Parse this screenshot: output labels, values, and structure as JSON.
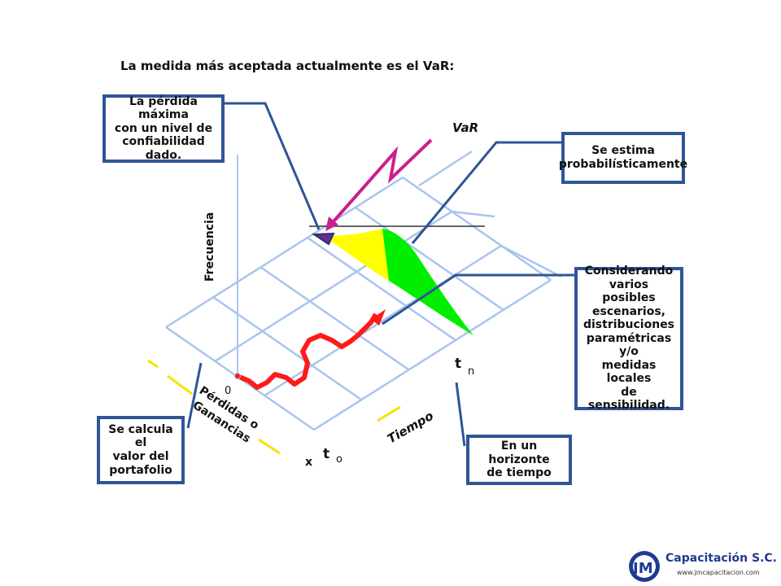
{
  "heading": "La medida más aceptada actualmente es el VaR:",
  "callouts": {
    "max_loss": "La pérdida máxima\ncon un nivel de\nconfiabilidad dado.",
    "probabilistic": "Se estima\nprobabilísticamente",
    "scenarios": "Considerando\nvarios posibles\nescenarios,\ndistribuciones\nparamétricas y/o\nmedidas locales\nde sensibilidad.",
    "horizon": "En un horizonte\nde tiempo",
    "portfolio": "Se calcula el\nvalor del\nportafolio"
  },
  "labels": {
    "var": "VaR",
    "frequency_axis": "Frecuencia",
    "pl_axis_line1": "Pérdidas o",
    "pl_axis_line2": "Ganancias",
    "time_axis": "Tiempo",
    "origin": "0",
    "x": "x",
    "t": "t",
    "t0_sub": "o",
    "tn_sub": "n"
  },
  "colors": {
    "callout_border": "#2f5597",
    "grid": "#a9c4ee",
    "connector": "#2f5597",
    "var_arrow": "#cc1f8f",
    "tail_yellow": "#ffff00",
    "tail_green": "#00ee00",
    "path_red": "#ff1a1a",
    "marker_yellow": "#f4e400",
    "logo_blue": "#1f3a93"
  },
  "logo": {
    "initials": "JM",
    "name": "Capacitación S.C.",
    "url": "www.jmcapacitacion.com"
  }
}
